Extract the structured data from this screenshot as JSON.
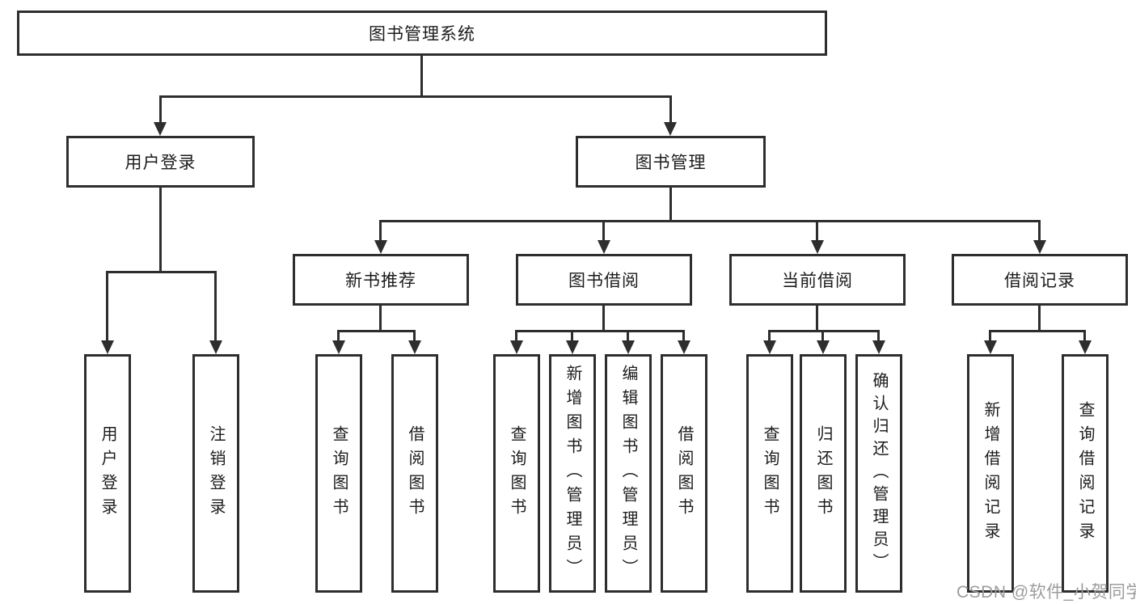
{
  "colors": {
    "line": "#2e2e2e",
    "background": "#ffffff",
    "watermark": "#9c9c9c"
  },
  "watermark": "CSDN @软件_小贺同学",
  "nodes": {
    "root": {
      "label": "图书管理系统"
    },
    "user_login": {
      "label": "用户登录"
    },
    "book_management": {
      "label": "图书管理"
    },
    "new_book_recommend": {
      "label": "新书推荐"
    },
    "book_borrowing": {
      "label": "图书借阅"
    },
    "current_borrowing": {
      "label": "当前借阅"
    },
    "borrowing_records": {
      "label": "借阅记录"
    },
    "leaf_user_login": {
      "label": "用户登录"
    },
    "leaf_logout": {
      "label": "注销登录"
    },
    "leaf_nb_query_books": {
      "label": "查询图书"
    },
    "leaf_nb_borrow_books": {
      "label": "借阅图书"
    },
    "leaf_bb_query_books": {
      "label": "查询图书"
    },
    "leaf_bb_add_books": {
      "label": "新增图书（管理员）"
    },
    "leaf_bb_edit_books": {
      "label": "编辑图书（管理员）"
    },
    "leaf_bb_borrow_books": {
      "label": "借阅图书"
    },
    "leaf_cb_query_books": {
      "label": "查询图书"
    },
    "leaf_cb_return_books": {
      "label": "归还图书"
    },
    "leaf_cb_confirm_return": {
      "label": "确认归还（管理员）"
    },
    "leaf_br_add_record": {
      "label": "新增借阅记录"
    },
    "leaf_br_query_record": {
      "label": "查询借阅记录"
    }
  }
}
